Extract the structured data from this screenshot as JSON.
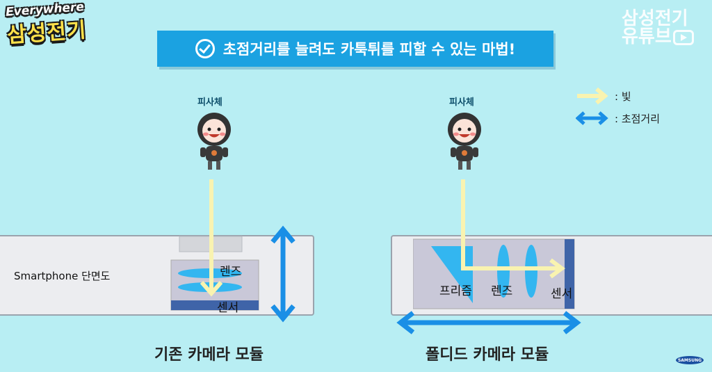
{
  "logo": {
    "line1": "Everywhere",
    "line2": "삼성전기"
  },
  "channel": {
    "line1": "삼성전기",
    "line2": "유튜브"
  },
  "banner": {
    "text": "초점거리를 늘려도 카툭튀를 피할 수 있는 마법!"
  },
  "legend": {
    "light": ": 빛",
    "focal": ": 초점거리"
  },
  "left": {
    "subject": "피사체",
    "phone_label": "Smartphone 단면도",
    "lens": "렌즈",
    "sensor": "센서",
    "caption": "기존 카메라 모듈"
  },
  "right": {
    "subject": "피사체",
    "prism": "프리즘",
    "lens": "렌즈",
    "sensor": "센서",
    "caption": "폴디드 카메라 모듈"
  },
  "footer": {
    "brand": "SAMSUNG"
  },
  "colors": {
    "bg": "#b8eef3",
    "banner": "#1ba2e1",
    "arrow_blue": "#1a8fe6",
    "light_yellow": "#f9f3b0",
    "lens": "#33b6f0",
    "sensor": "#3f64a8"
  }
}
